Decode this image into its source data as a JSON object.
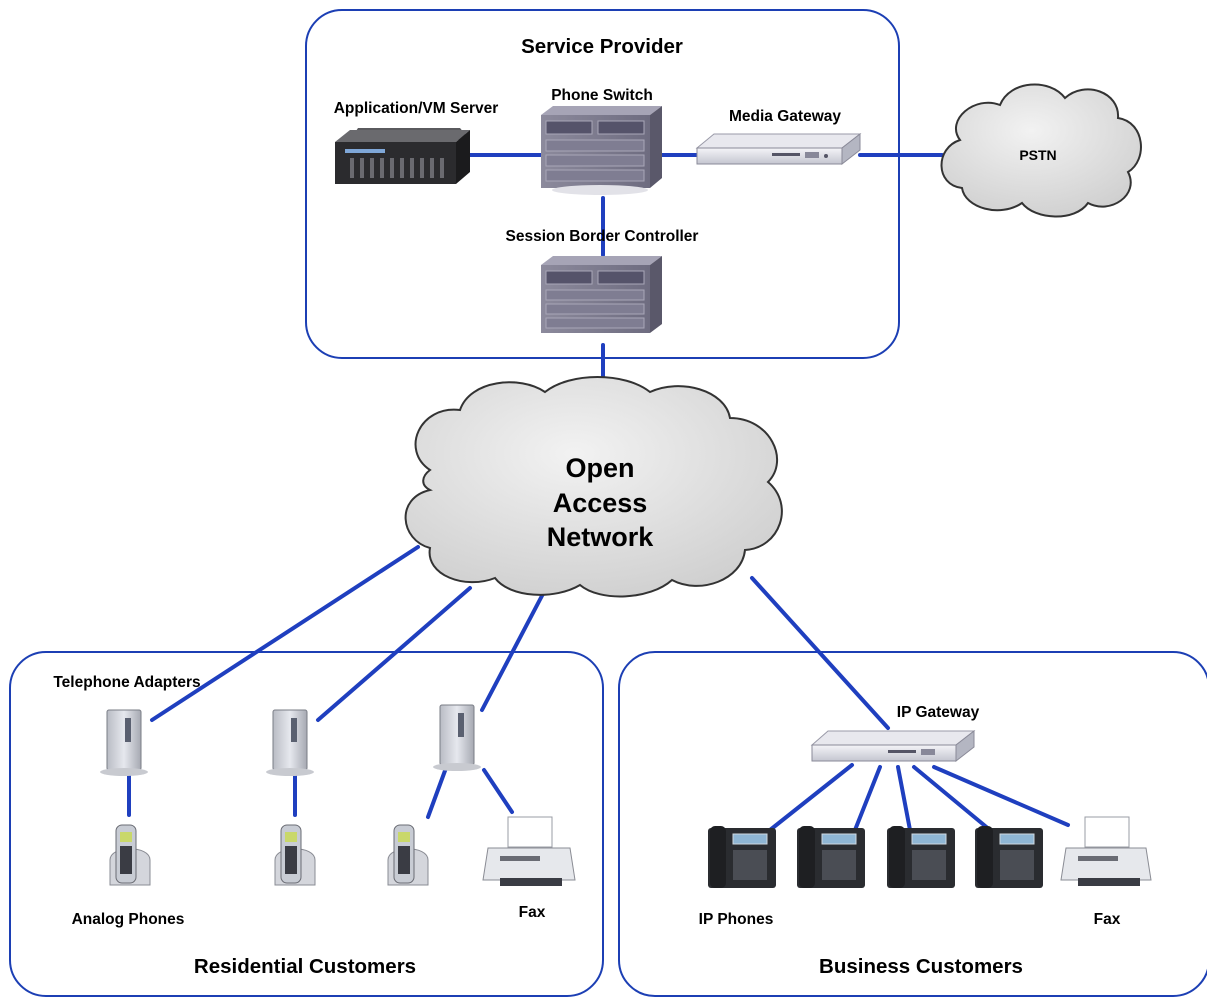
{
  "service_provider": {
    "title": "Service Provider",
    "app_server_label": "Application/VM Server",
    "phone_switch_label": "Phone Switch",
    "media_gateway_label": "Media Gateway",
    "sbc_label": "Session Border Controller"
  },
  "pstn": {
    "label": "PSTN"
  },
  "open_access_network": {
    "line1": "Open",
    "line2": "Access",
    "line3": "Network"
  },
  "residential": {
    "title": "Residential Customers",
    "adapters_label": "Telephone Adapters",
    "analog_phones_label": "Analog Phones",
    "fax_label": "Fax"
  },
  "business": {
    "title": "Business Customers",
    "ip_gateway_label": "IP Gateway",
    "ip_phones_label": "IP Phones",
    "fax_label": "Fax"
  },
  "colors": {
    "frame": "#1c3fb4",
    "link": "#1f3fbf",
    "cloud": "#e4e4e4"
  }
}
